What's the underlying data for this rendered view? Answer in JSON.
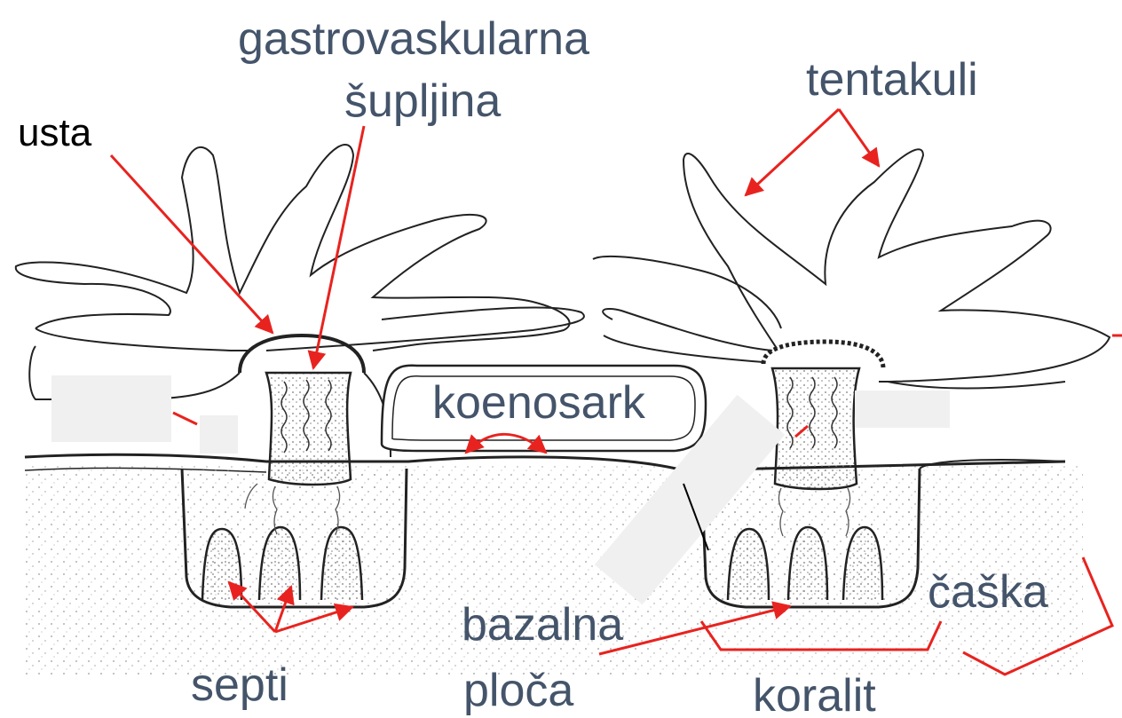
{
  "labels": {
    "gastro_line1": "gastrovaskularna",
    "gastro_line2": "šupljina",
    "usta": "usta",
    "tentakuli": "tentakuli",
    "koenosark": "koenosark",
    "septi": "septi",
    "bazalna_line1": "bazalna",
    "bazalna_line2": "ploča",
    "caska": "čaška",
    "koralit": "koralit"
  },
  "colors": {
    "label_text": "#44546a",
    "usta_text": "#000000",
    "arrow": "#e8231f",
    "outline": "#222222",
    "stipple": "#9a9a9a",
    "mask": "#f0f0f0"
  }
}
